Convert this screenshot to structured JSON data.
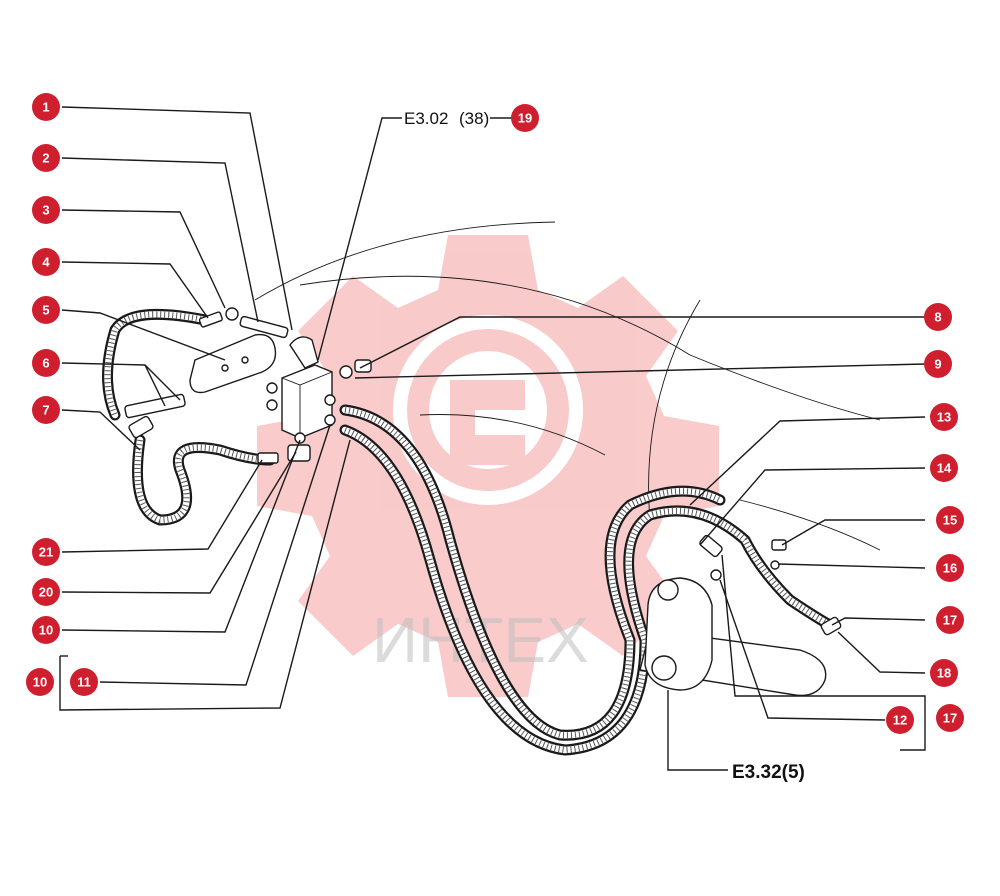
{
  "watermark": {
    "text": "ИНТЕХ"
  },
  "references": {
    "top": "E3.02",
    "top_qty": "(38)",
    "bottom": "E3.32(5)"
  },
  "callouts": [
    "1",
    "2",
    "3",
    "4",
    "5",
    "6",
    "7",
    "8",
    "9",
    "13",
    "14",
    "15",
    "16",
    "17",
    "18",
    "21",
    "20",
    "10",
    "10",
    "11",
    "12",
    "17",
    "19"
  ],
  "colors": {
    "callout": "#cf1f2e",
    "watermark": "#f06b6b"
  }
}
